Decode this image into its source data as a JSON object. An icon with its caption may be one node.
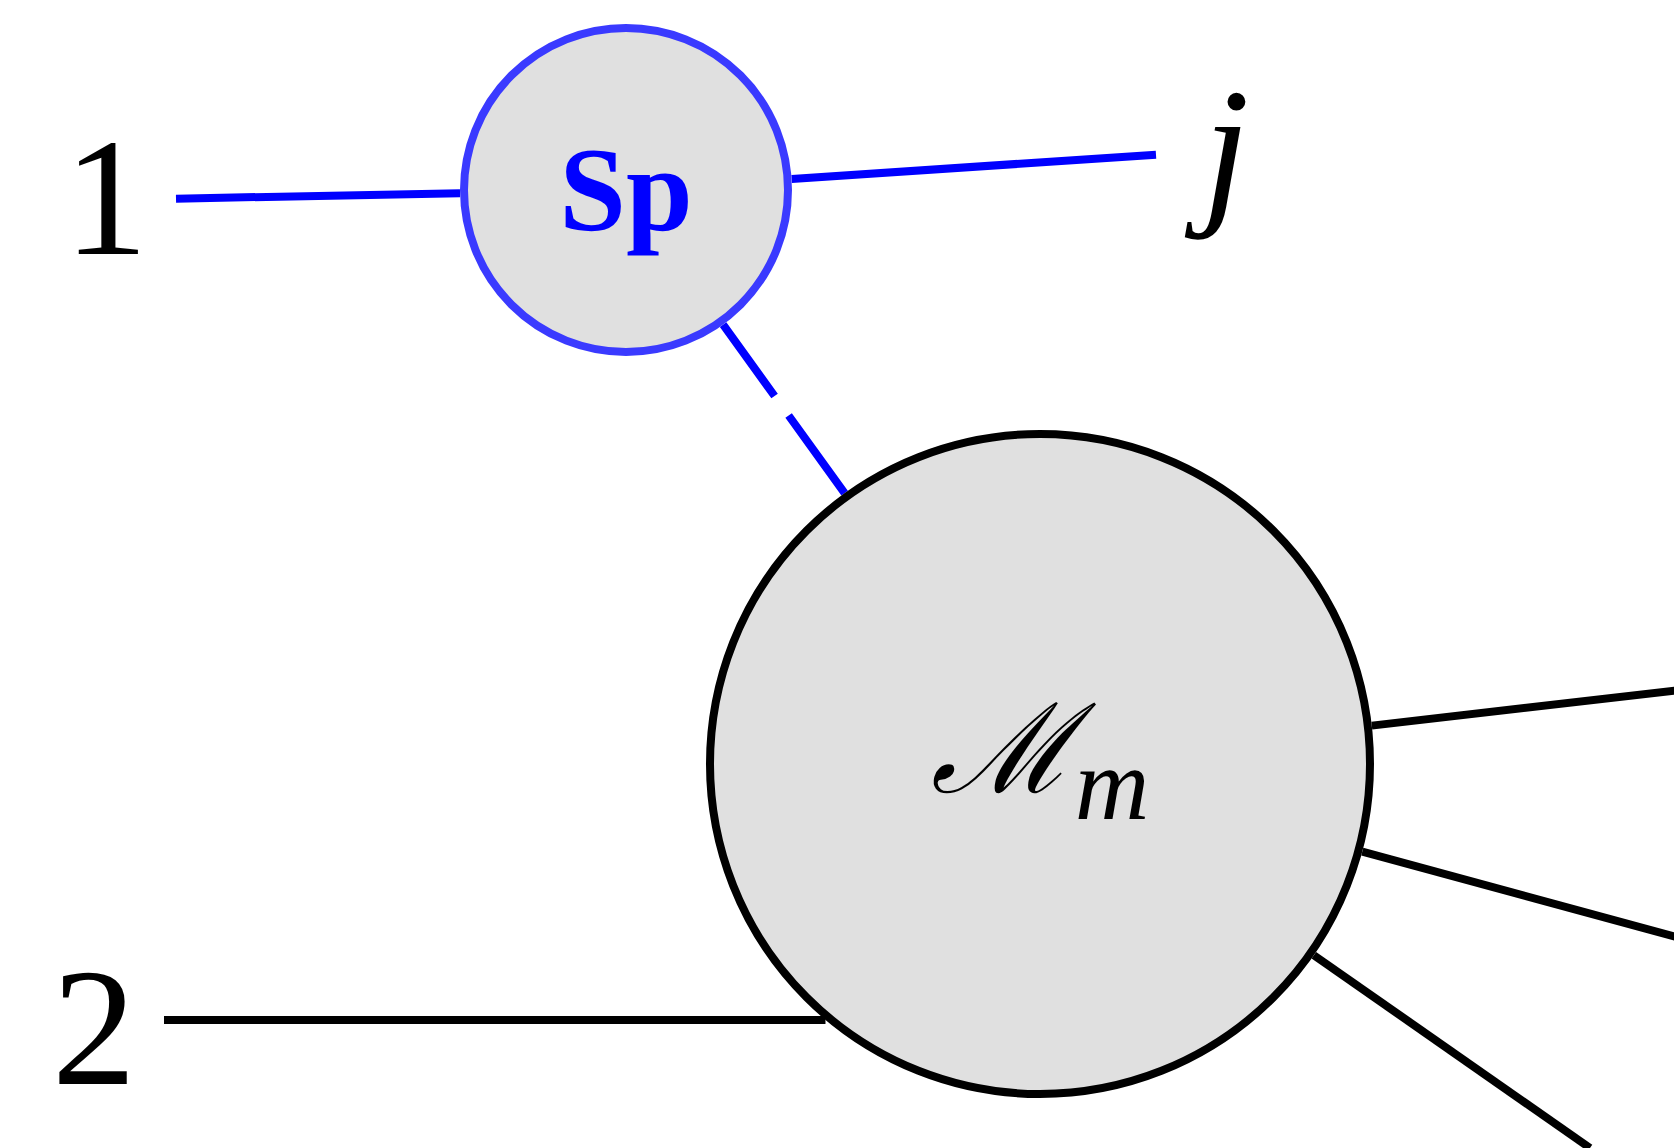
{
  "diagram": {
    "nodes": [
      {
        "text": [
          "1"
        ]
      },
      {
        "text": [
          "Sp"
        ]
      },
      {
        "text": [
          "j"
        ]
      },
      {
        "text": [
          "ℳ$_{m}$"
        ]
      },
      {
        "text": [
          "2"
        ]
      }
    ],
    "edges": [
      {
        "from": 0,
        "to": 1,
        "arrow": "none",
        "color": "#0000ff"
      },
      {
        "from": 1,
        "to": 2,
        "arrow": "none",
        "color": "#0000ff"
      },
      {
        "from": 1,
        "to": 3,
        "arrow": "none",
        "color": "#0000ff",
        "style": "dashed"
      },
      {
        "from": 4,
        "to": 3,
        "arrow": "none"
      },
      {
        "from": 3,
        "to": null,
        "arrow": "none"
      },
      {
        "from": 3,
        "to": null,
        "arrow": "none"
      },
      {
        "from": 3,
        "to": null,
        "arrow": "none"
      }
    ]
  }
}
